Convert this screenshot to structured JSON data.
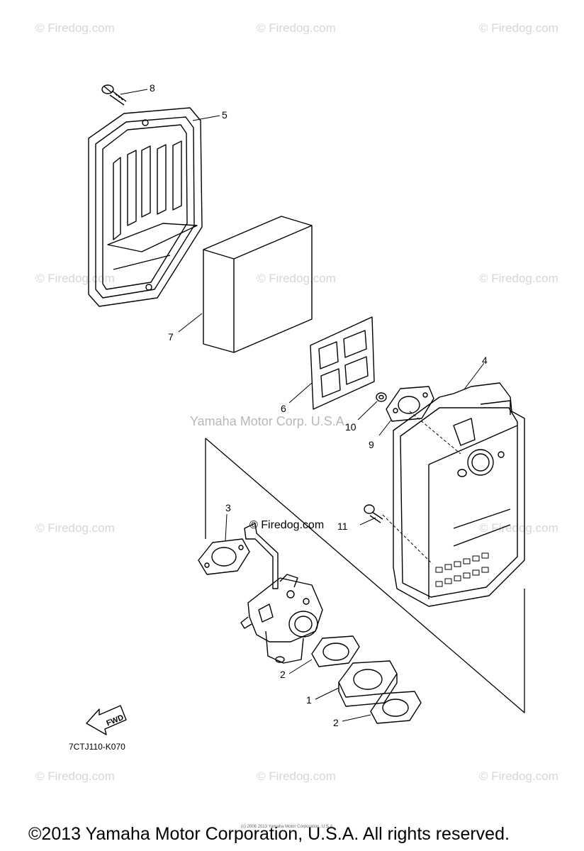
{
  "watermarks": [
    "© Firedog.com",
    "© Firedog.com",
    "© Firedog.com",
    "© Firedog.com",
    "© Firedog.com",
    "© Firedog.com",
    "© Firedog.com",
    "© Firedog.com",
    "© Firedog.com",
    "© Firedog.com",
    "© Firedog.com",
    "© Firedog.com"
  ],
  "center_watermark": "© Firedog.com",
  "corp_watermark": "Yamaha Motor Corp. U.S.A.",
  "callouts": {
    "p1": "1",
    "p2a": "2",
    "p2b": "2",
    "p3": "3",
    "p4": "4",
    "p5": "5",
    "p6": "6",
    "p7": "7",
    "p8": "8",
    "p9": "9",
    "p10": "10",
    "p11": "11"
  },
  "fwd_label": "FWD",
  "diagram_code": "7CTJ110-K070",
  "footer_small": "(c) 2006 2013 Yamaha Motor Corporation, U.S.A.",
  "footer": "©2013 Yamaha Motor Corporation, U.S.A. All rights reserved."
}
